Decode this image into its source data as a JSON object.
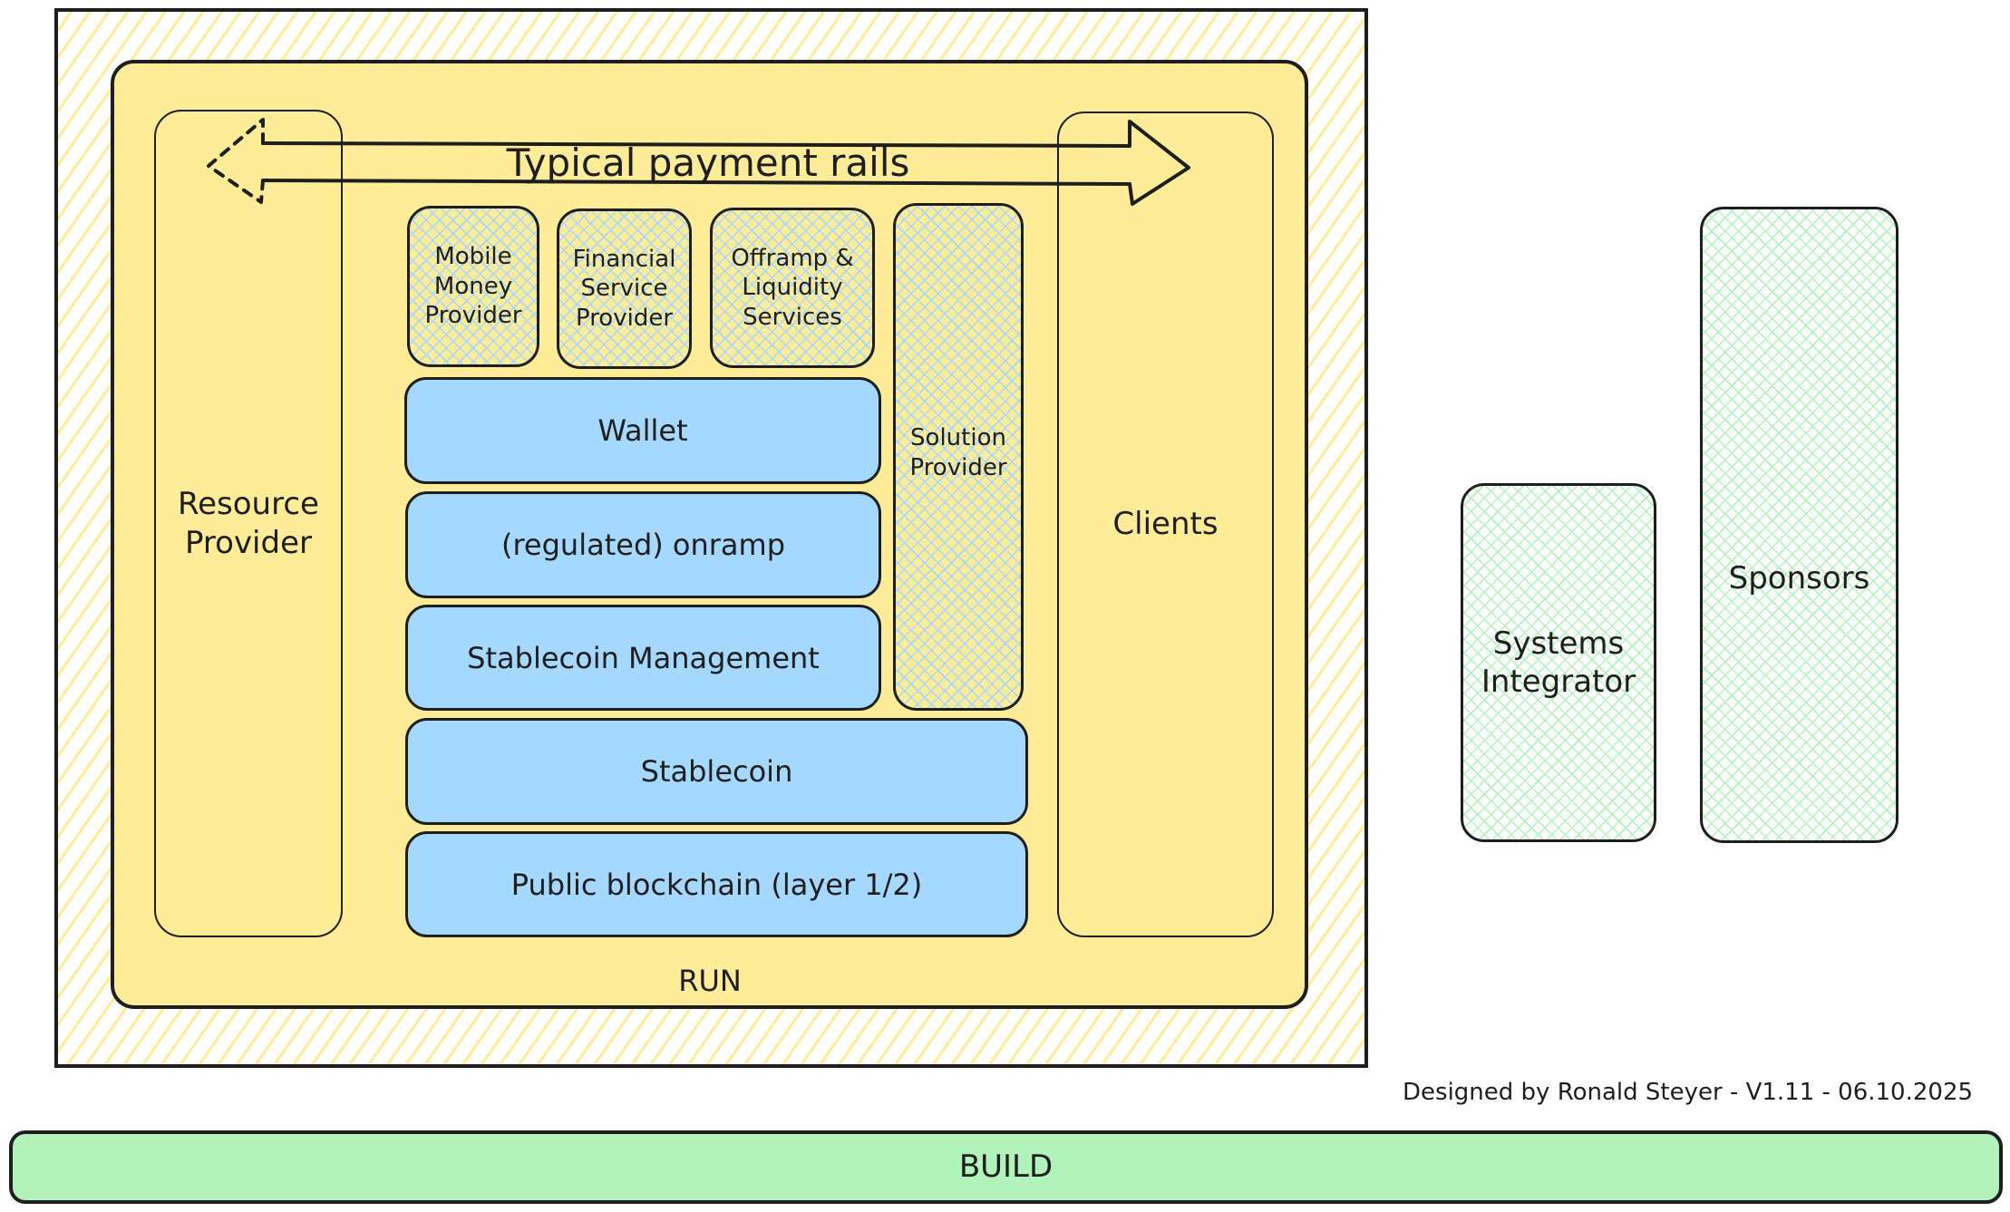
{
  "diagram": {
    "title": "Typical payment rails",
    "run_label": "RUN",
    "build_label": "BUILD",
    "credit": "Designed by Ronald Steyer - V1.11 - 06.10.2025",
    "lanes": {
      "resource_provider": "Resource\nProvider",
      "clients": "Clients"
    },
    "service_providers": [
      "Mobile\nMoney\nProvider",
      "Financial\nService\nProvider",
      "Offramp &\nLiquidity\nServices"
    ],
    "solution_provider": "Solution\nProvider",
    "stack_layers": [
      "Wallet",
      "(regulated) onramp",
      "Stablecoin Management",
      "Stablecoin",
      "Public blockchain (layer 1/2)"
    ],
    "external_roles": [
      "Systems\nIntegrator",
      "Sponsors"
    ],
    "colors": {
      "run_fill": "#ffec99",
      "layer_fill": "#a5d8ff",
      "build_fill": "#b2f2bb",
      "stroke": "#1e1e1e"
    }
  }
}
